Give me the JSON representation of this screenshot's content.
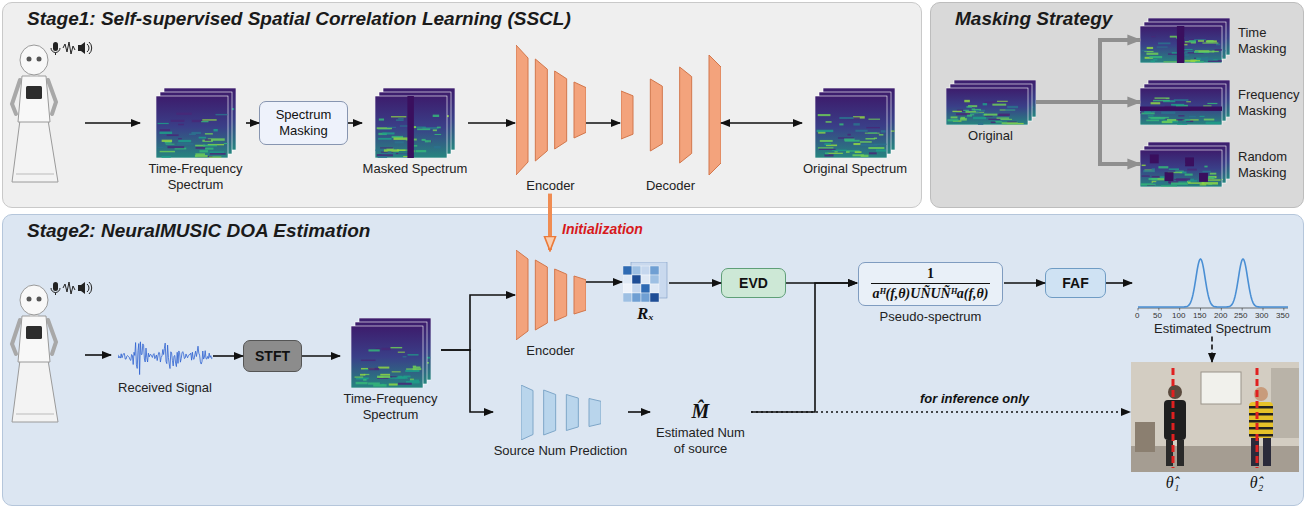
{
  "diagram": {
    "nodes": [
      {
        "text": [
          "Stage1: Self-supervised Spatial Correlation Learning (SSCL)"
        ]
      },
      {
        "text": [
          "Time-Frequency Spectrum"
        ],
        "in": 0
      },
      {
        "text": [
          "Spectrum Masking"
        ],
        "in": 0
      },
      {
        "text": [
          "Masked Spectrum"
        ],
        "in": 0
      },
      {
        "text": [
          "Encoder"
        ],
        "in": 0
      },
      {
        "text": [
          "Decoder"
        ],
        "in": 0
      },
      {
        "text": [
          "Original Spectrum"
        ],
        "in": 0
      },
      {
        "text": [
          "Masking Strategy"
        ]
      },
      {
        "text": [
          "Original"
        ],
        "in": 7
      },
      {
        "text": [
          "Time Masking"
        ],
        "in": 7
      },
      {
        "text": [
          "Frequency Masking"
        ],
        "in": 7
      },
      {
        "text": [
          "Random Masking"
        ],
        "in": 7
      },
      {
        "text": [
          "Stage2: NeuralMUSIC DOA Estimation"
        ]
      },
      {
        "text": [
          "Received Signal"
        ],
        "in": 12
      },
      {
        "text": [
          "STFT"
        ],
        "in": 12
      },
      {
        "text": [
          "Time-Frequency Spectrum"
        ],
        "in": 12
      },
      {
        "text": [
          "Encoder"
        ],
        "in": 12
      },
      {
        "text": [
          "Rₓ"
        ],
        "in": 12
      },
      {
        "text": [
          "EVD"
        ],
        "in": 12
      },
      {
        "text": [
          "1",
          "aᴴ(f,θ)UÑUÑᴴa(f,θ)",
          "Pseudo-spectrum"
        ],
        "in": 12
      },
      {
        "text": [
          "FAF"
        ],
        "in": 12
      },
      {
        "text": [
          "Estimated Spectrum"
        ],
        "in": 12
      },
      {
        "text": [
          "Source Num Prediction"
        ],
        "in": 12
      },
      {
        "text": [
          "M̂",
          "Estimated Num of source"
        ],
        "in": 12
      },
      {
        "text": [
          "θ̂₁",
          "θ̂₂"
        ],
        "in": 12
      }
    ],
    "edges": [
      {
        "from": 1,
        "to": 2,
        "arrow": "to"
      },
      {
        "from": 2,
        "to": 3,
        "arrow": "to"
      },
      {
        "from": 3,
        "to": 4,
        "arrow": "to"
      },
      {
        "from": 4,
        "to": 5,
        "arrow": "to"
      },
      {
        "from": 5,
        "to": 6,
        "arrow": "both"
      },
      {
        "from": 8,
        "to": 9,
        "arrow": "to"
      },
      {
        "from": 8,
        "to": 10,
        "arrow": "to"
      },
      {
        "from": 8,
        "to": 11,
        "arrow": "to"
      },
      {
        "from": 4,
        "to": 16,
        "label": "Initialization",
        "arrow": "to"
      },
      {
        "from": 13,
        "to": 14,
        "arrow": "to"
      },
      {
        "from": 14,
        "to": 15,
        "arrow": "to"
      },
      {
        "from": 15,
        "to": 16,
        "arrow": "to"
      },
      {
        "from": 15,
        "to": 22,
        "arrow": "to"
      },
      {
        "from": 16,
        "to": 17,
        "arrow": "to"
      },
      {
        "from": 17,
        "to": 18,
        "arrow": "to"
      },
      {
        "from": 18,
        "to": 19,
        "arrow": "to"
      },
      {
        "from": 19,
        "to": 20,
        "arrow": "to"
      },
      {
        "from": 20,
        "to": 21,
        "arrow": "to"
      },
      {
        "from": 22,
        "to": 23,
        "arrow": "to"
      },
      {
        "from": 23,
        "to": 19,
        "arrow": "to"
      },
      {
        "from": 23,
        "to": 24,
        "label": "for inference only",
        "arrow": "to"
      },
      {
        "from": 21,
        "to": 24,
        "arrow": "to"
      }
    ],
    "labels": [
      "0",
      "50",
      "100",
      "150",
      "200",
      "250",
      "300",
      "350"
    ]
  }
}
